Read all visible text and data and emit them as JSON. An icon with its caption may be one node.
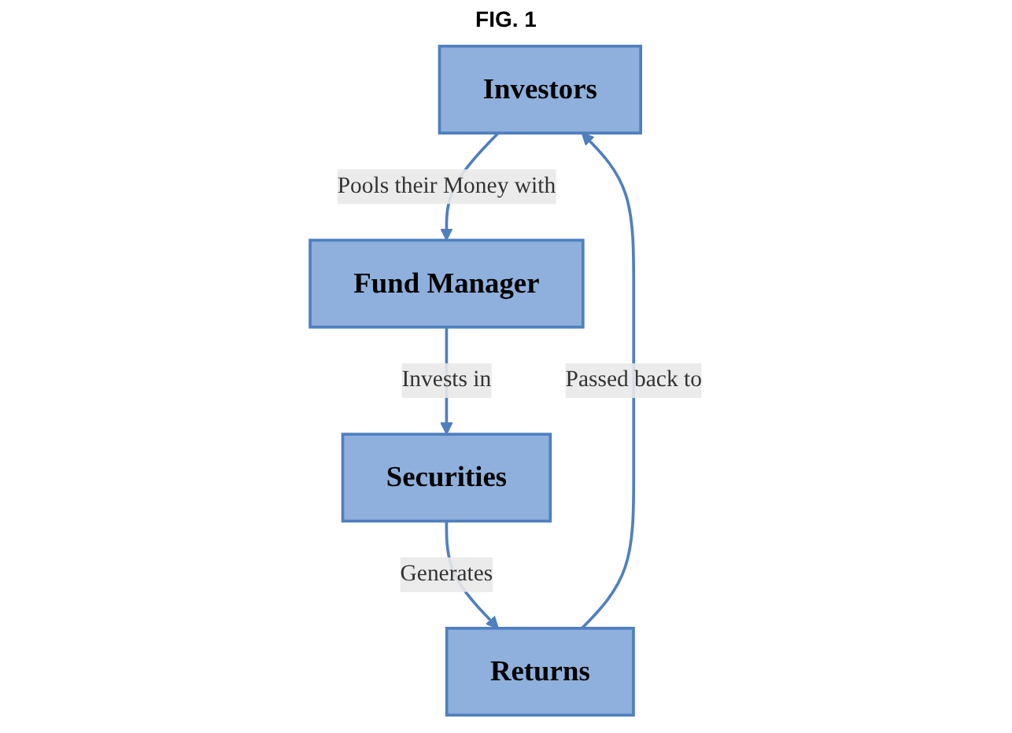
{
  "diagram": {
    "title": "FIG. 1",
    "nodes": [
      {
        "text": [
          "Investors"
        ]
      },
      {
        "text": [
          "Fund Manager"
        ]
      },
      {
        "text": [
          "Securities"
        ]
      },
      {
        "text": [
          "Returns"
        ]
      }
    ],
    "edges": [
      {
        "from": 0,
        "to": 1,
        "arrow": "to",
        "label": "Pools their Money with"
      },
      {
        "from": 1,
        "to": 2,
        "arrow": "to",
        "label": "Invests in"
      },
      {
        "from": 2,
        "to": 3,
        "arrow": "to",
        "label": "Generates"
      },
      {
        "from": 3,
        "to": 0,
        "arrow": "to",
        "label": "Passed back to"
      }
    ]
  }
}
